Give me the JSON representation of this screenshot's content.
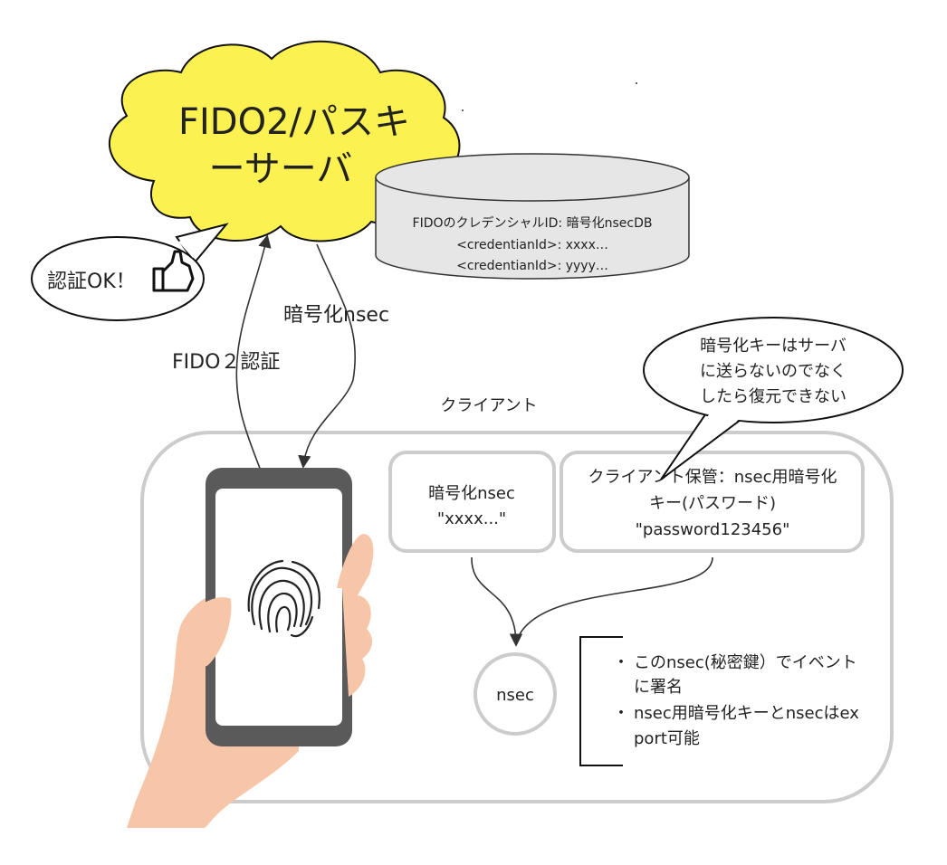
{
  "server": {
    "title_line1": "FIDO2/パスキ",
    "title_line2": "ーサーバ"
  },
  "database": {
    "header": "FIDOのクレデンシャルID: 暗号化nsecDB",
    "row1": "<credentianId>: xxxx…",
    "row2": "<credentianId>: yyyy…"
  },
  "auth_ok_bubble": {
    "text": "認証OK！"
  },
  "arrows": {
    "encrypted_nsec_label": "暗号化nsec",
    "fido_auth_label": "FIDO２認証"
  },
  "client": {
    "label": "クライアント",
    "encrypted_nsec_box": {
      "line1": "暗号化nsec",
      "line2": "\"xxxx...\""
    },
    "key_box": {
      "line1": "クライアント保管：nsec用暗号化",
      "line2": "キー(パスワード)",
      "line3": "\"password123456\""
    },
    "nsec_node": "nsec",
    "notes": [
      {
        "line1": "このnsec(秘密鍵）でイベント",
        "line2": "に署名"
      },
      {
        "line1": "nsec用暗号化キーとnsecはex",
        "line2": "port可能"
      }
    ]
  },
  "key_bubble": {
    "line1": "暗号化キーはサーバ",
    "line2": "に送らないのでなく",
    "line3": "したら復元できない"
  },
  "colors": {
    "cloud_fill": "#fbf151",
    "db_fill": "#e6e6e6",
    "client_border": "#cccccc",
    "phone_body": "#5a5a5a",
    "hand_fill": "#f7c6a8"
  }
}
